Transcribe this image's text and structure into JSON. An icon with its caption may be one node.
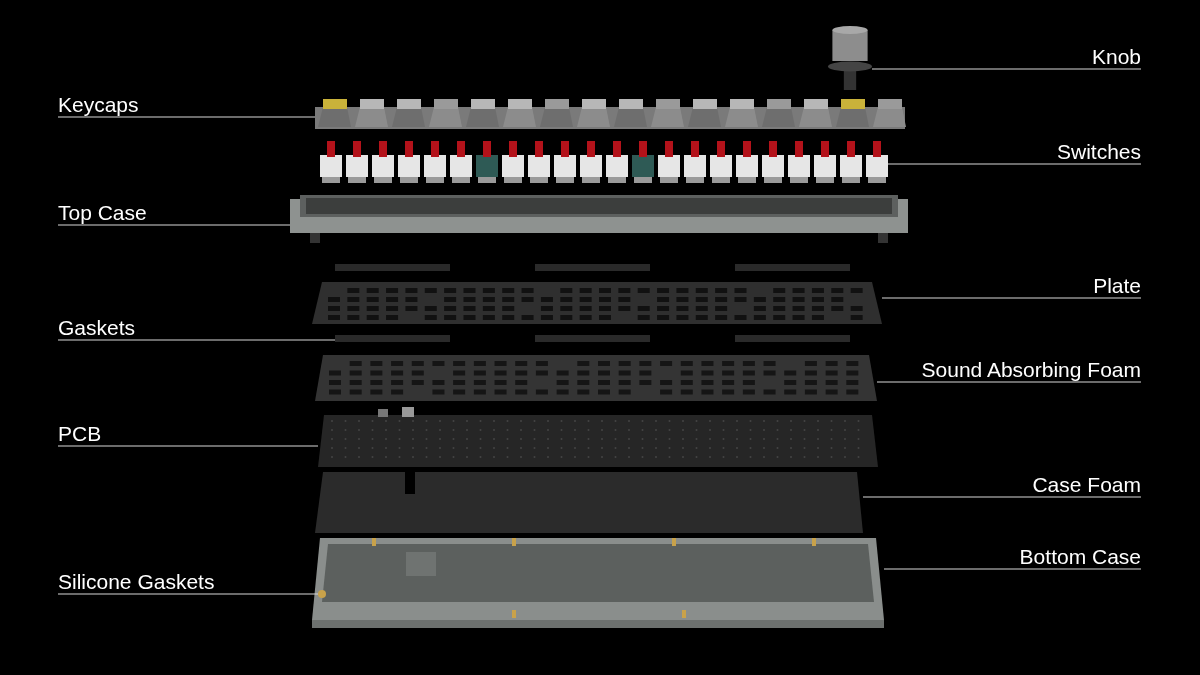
{
  "diagram": {
    "nodes": [
      {
        "text": [
          "Knob"
        ]
      },
      {
        "text": [
          "Keycaps"
        ]
      },
      {
        "text": [
          "Switches"
        ]
      },
      {
        "text": [
          "Top Case"
        ]
      },
      {
        "text": [
          "Plate"
        ]
      },
      {
        "text": [
          "Gaskets"
        ]
      },
      {
        "text": [
          "Sound Absorbing Foam"
        ]
      },
      {
        "text": [
          "PCB"
        ]
      },
      {
        "text": [
          "Case Foam"
        ]
      },
      {
        "text": [
          "Bottom Case"
        ]
      },
      {
        "text": [
          "Silicone Gaskets"
        ]
      },
      {
        "text": [],
        "shape": "cylinder"
      },
      {
        "text": [],
        "shape": "picture"
      },
      {
        "text": [],
        "shape": "picture"
      },
      {
        "text": [],
        "shape": "picture"
      },
      {
        "text": [],
        "shape": "bar"
      },
      {
        "text": [],
        "shape": "picture"
      },
      {
        "text": [],
        "shape": "picture"
      },
      {
        "text": [],
        "shape": "picture"
      },
      {
        "text": [],
        "shape": "picture"
      },
      {
        "text": [],
        "shape": "picture"
      },
      {
        "text": [],
        "shape": "circle",
        "in": 20
      }
    ],
    "edges": [
      {
        "from": 0,
        "to": 11,
        "arrow": "none"
      },
      {
        "from": 1,
        "to": 12,
        "arrow": "none"
      },
      {
        "from": 2,
        "to": 13,
        "arrow": "none"
      },
      {
        "from": 3,
        "to": 14,
        "arrow": "none"
      },
      {
        "from": 4,
        "to": 16,
        "arrow": "none"
      },
      {
        "from": 5,
        "to": 15,
        "arrow": "none"
      },
      {
        "from": 6,
        "to": 17,
        "arrow": "none"
      },
      {
        "from": 7,
        "to": 18,
        "arrow": "none"
      },
      {
        "from": 8,
        "to": 19,
        "arrow": "none"
      },
      {
        "from": 9,
        "to": 20,
        "arrow": "none"
      },
      {
        "from": 10,
        "to": 21,
        "arrow": "none"
      }
    ]
  }
}
